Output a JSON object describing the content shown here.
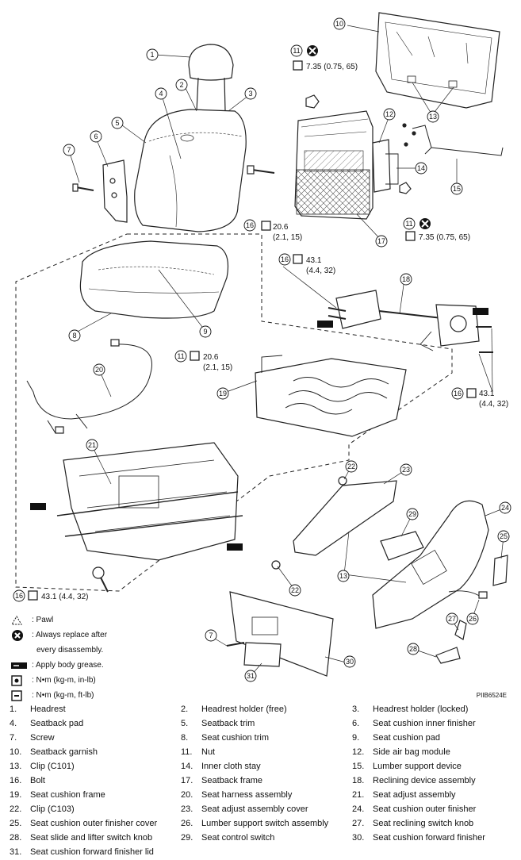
{
  "callouts": {
    "c16a": "20.6",
    "c16a_b": "(2.1, 15)",
    "c16b": "43.1",
    "c16b_b": "(4.4, 32)",
    "c16c": "43.1",
    "c16c_b": "(4.4, 32)",
    "c16d": "43.1 (4.4, 32)",
    "c11a": "7.35 (0.75, 65)",
    "c11b": "7.35 (0.75, 65)",
    "c11c": "20.6",
    "c11c_b": "(2.1, 15)"
  },
  "legend": [
    {
      "symbol": "pawl-icon",
      "text": ": Pawl"
    },
    {
      "symbol": "replace-icon",
      "text": ": Always replace after",
      "text2": "every disassembly."
    },
    {
      "symbol": "grease-icon",
      "text": ": Apply body grease."
    },
    {
      "symbol": "torque-in-lb-icon",
      "text": ": N•m (kg-m, in-lb)"
    },
    {
      "symbol": "torque-ft-lb-icon",
      "text": ": N•m (kg-m, ft-lb)"
    }
  ],
  "figure_id": "PIIB6524E",
  "parts": [
    {
      "n": "1.",
      "name": "Headrest"
    },
    {
      "n": "2.",
      "name": "Headrest holder (free)"
    },
    {
      "n": "3.",
      "name": "Headrest holder (locked)"
    },
    {
      "n": "4.",
      "name": "Seatback pad"
    },
    {
      "n": "5.",
      "name": "Seatback trim"
    },
    {
      "n": "6.",
      "name": "Seat cushion inner finisher"
    },
    {
      "n": "7.",
      "name": "Screw"
    },
    {
      "n": "8.",
      "name": "Seat cushion trim"
    },
    {
      "n": "9.",
      "name": "Seat cushion pad"
    },
    {
      "n": "10.",
      "name": "Seatback garnish"
    },
    {
      "n": "11.",
      "name": "Nut"
    },
    {
      "n": "12.",
      "name": "Side air bag module"
    },
    {
      "n": "13.",
      "name": "Clip (C101)"
    },
    {
      "n": "14.",
      "name": "Inner cloth stay"
    },
    {
      "n": "15.",
      "name": "Lumber support device"
    },
    {
      "n": "16.",
      "name": "Bolt"
    },
    {
      "n": "17.",
      "name": "Seatback frame"
    },
    {
      "n": "18.",
      "name": "Reclining device assembly"
    },
    {
      "n": "19.",
      "name": "Seat cushion frame"
    },
    {
      "n": "20.",
      "name": "Seat harness assembly"
    },
    {
      "n": "21.",
      "name": "Seat adjust assembly"
    },
    {
      "n": "22.",
      "name": "Clip (C103)"
    },
    {
      "n": "23.",
      "name": "Seat adjust assembly cover"
    },
    {
      "n": "24.",
      "name": "Seat cushion outer finisher"
    },
    {
      "n": "25.",
      "name": "Seat cushion outer finisher cover"
    },
    {
      "n": "26.",
      "name": "Lumber support switch assembly"
    },
    {
      "n": "27.",
      "name": "Seat reclining switch knob"
    },
    {
      "n": "28.",
      "name": "Seat slide and lifter switch knob"
    },
    {
      "n": "29.",
      "name": "Seat control switch"
    },
    {
      "n": "30.",
      "name": "Seat cushion forward finisher"
    },
    {
      "n": "31.",
      "name": "Seat cushion forward finisher lid"
    }
  ]
}
